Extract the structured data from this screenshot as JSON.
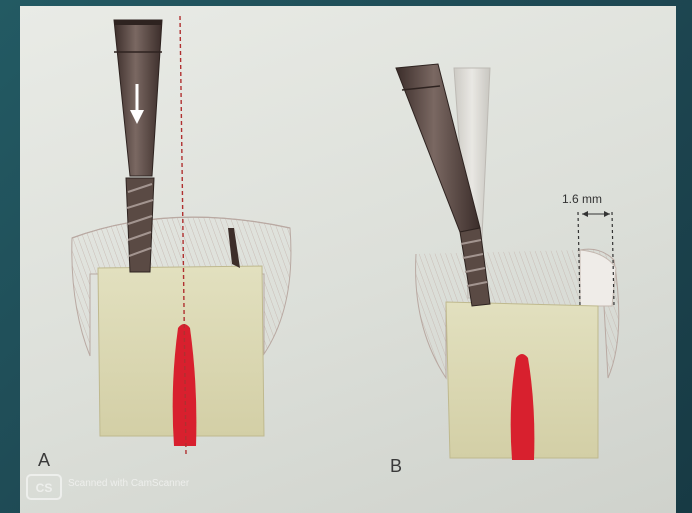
{
  "figure": {
    "panel_a_label": "A",
    "panel_b_label": "B",
    "measurement_label": "1.6 mm",
    "watermark": "Scanned with CamScanner"
  },
  "colors": {
    "dentin": "#dcd9b2",
    "pulp": "#d8202e",
    "bur_dark": "#4a3a36",
    "enamel_outline": "#b9b0a6"
  }
}
